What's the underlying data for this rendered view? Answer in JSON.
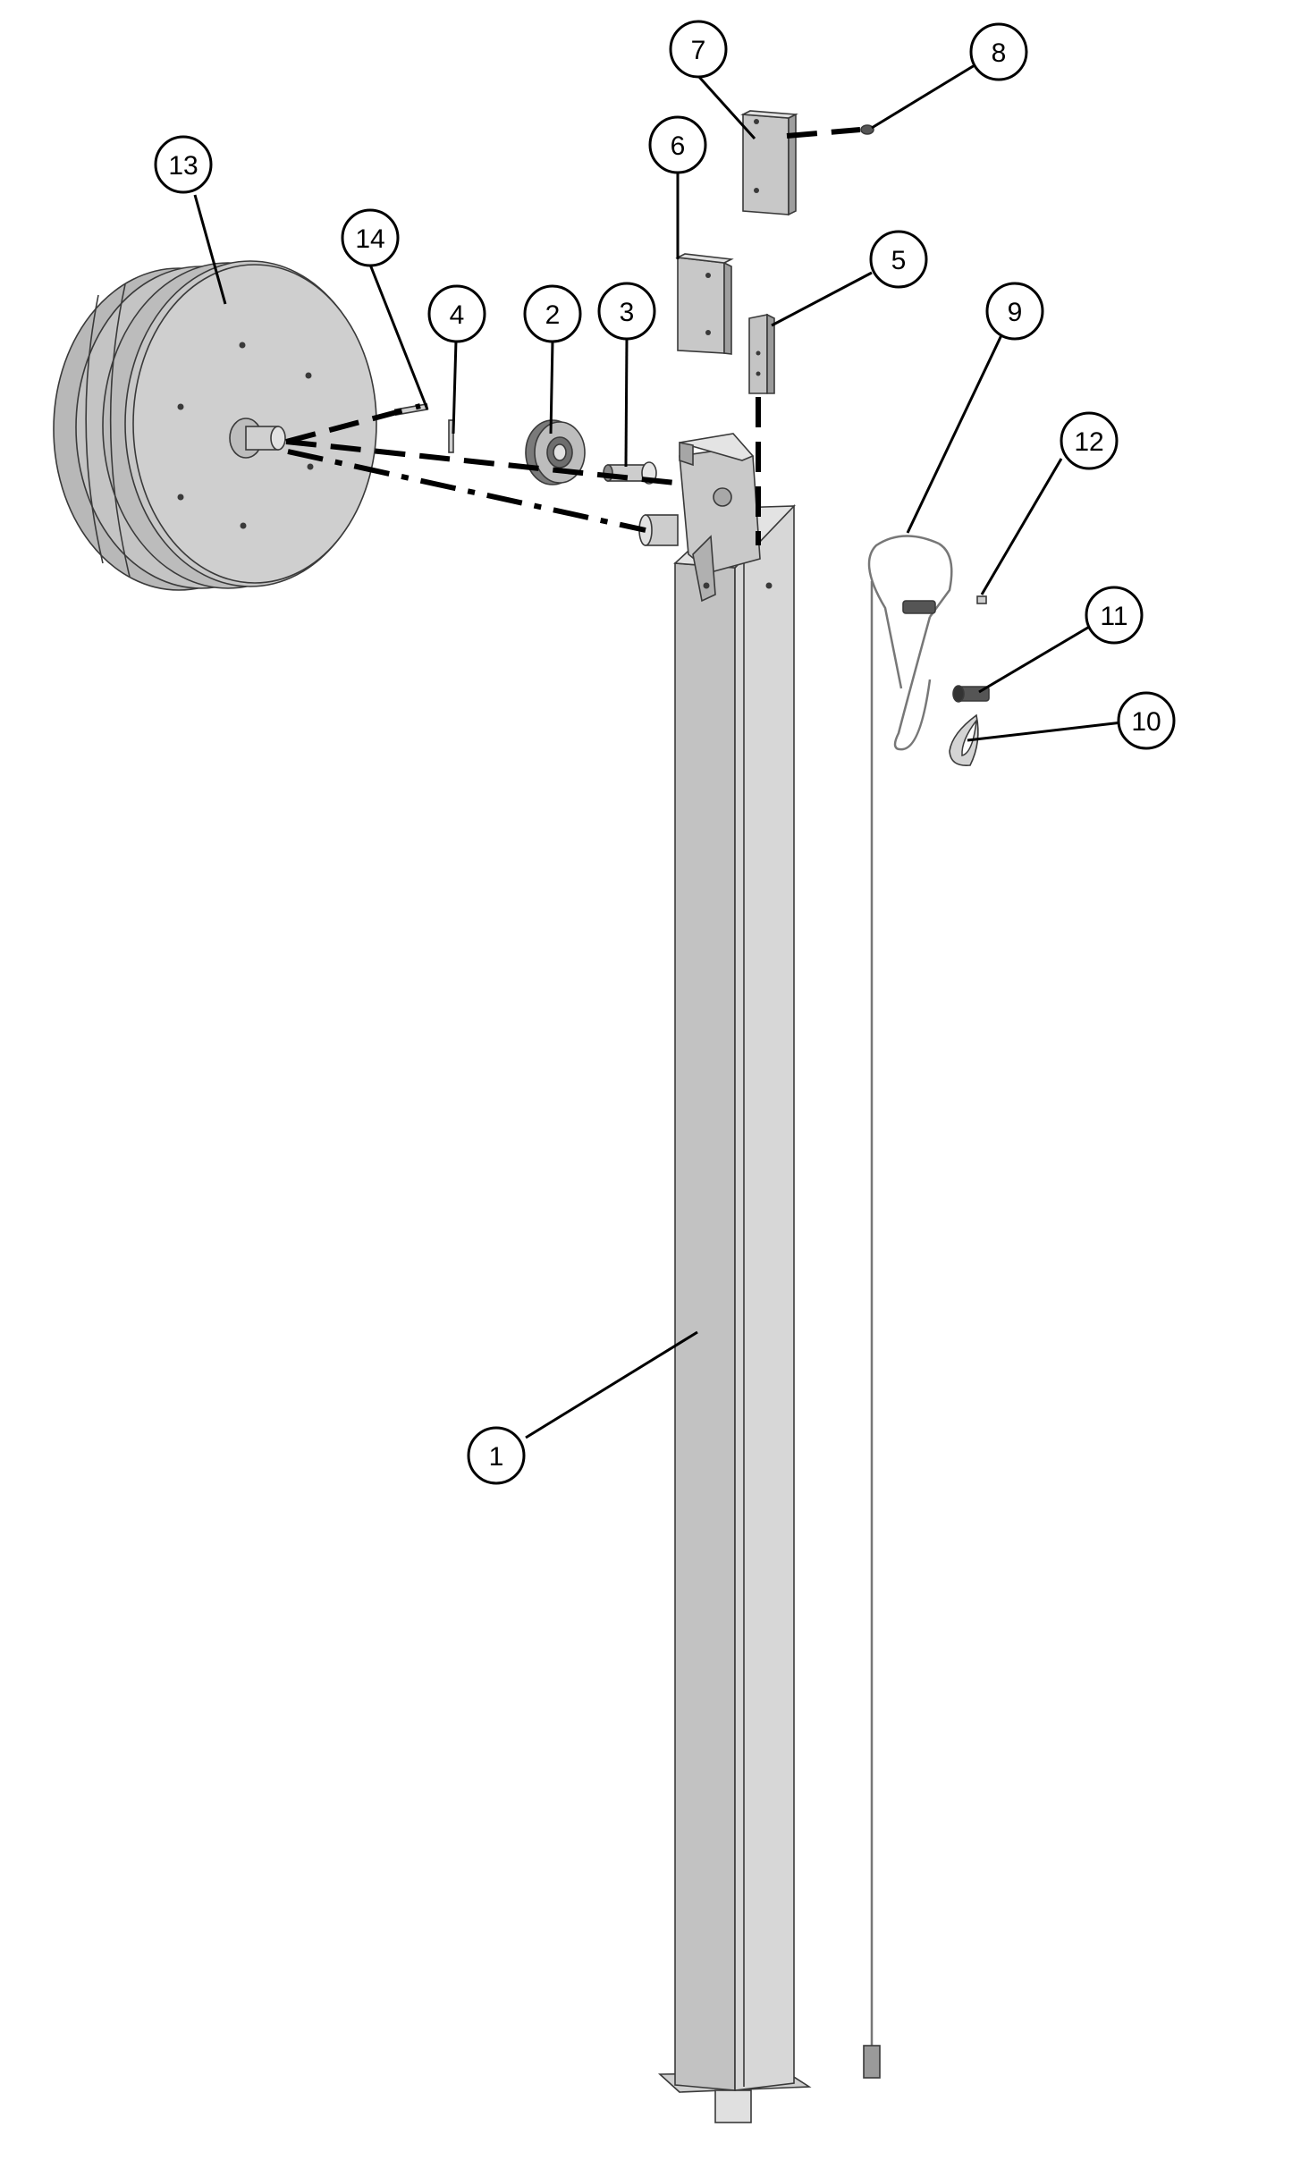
{
  "callouts": [
    {
      "id": "1",
      "label": "1"
    },
    {
      "id": "2",
      "label": "2"
    },
    {
      "id": "3",
      "label": "3"
    },
    {
      "id": "4",
      "label": "4"
    },
    {
      "id": "5",
      "label": "5"
    },
    {
      "id": "6",
      "label": "6"
    },
    {
      "id": "7",
      "label": "7"
    },
    {
      "id": "8",
      "label": "8"
    },
    {
      "id": "9",
      "label": "9"
    },
    {
      "id": "10",
      "label": "10"
    },
    {
      "id": "11",
      "label": "11"
    },
    {
      "id": "12",
      "label": "12"
    },
    {
      "id": "13",
      "label": "13"
    },
    {
      "id": "14",
      "label": "14"
    }
  ],
  "colors": {
    "part_light": "#d6d6d6",
    "part_mid": "#bfbfbf",
    "part_dark": "#9c9c9c",
    "outline": "#3a3a3a"
  }
}
